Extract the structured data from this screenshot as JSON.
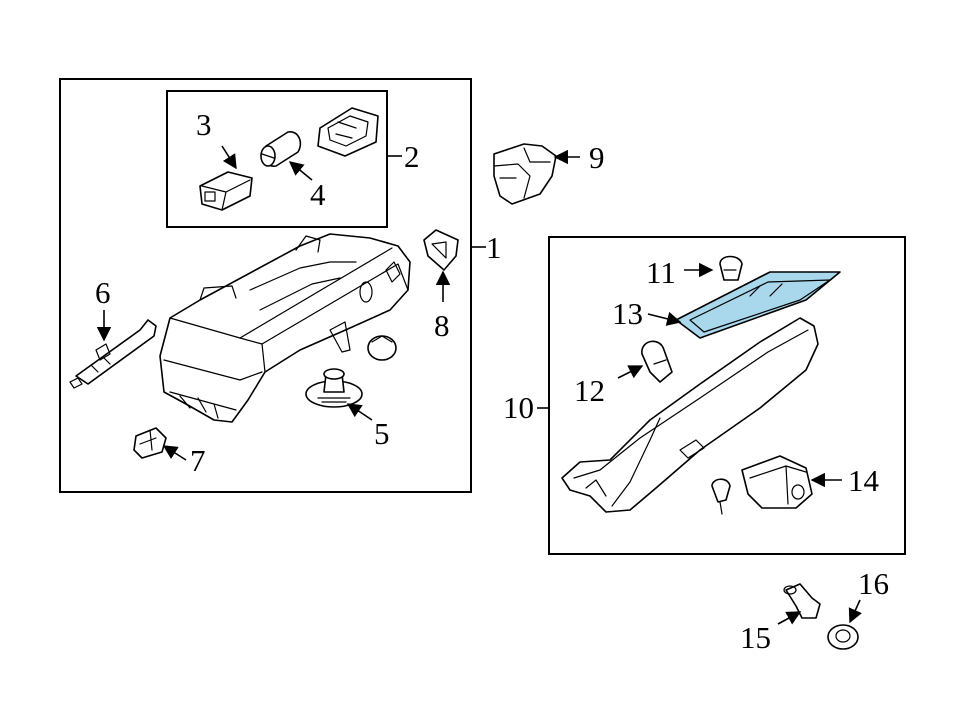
{
  "callouts": {
    "c1": "1",
    "c2": "2",
    "c3": "3",
    "c4": "4",
    "c5": "5",
    "c6": "6",
    "c7": "7",
    "c8": "8",
    "c9": "9",
    "c10": "10",
    "c11": "11",
    "c12": "12",
    "c13": "13",
    "c14": "14",
    "c15": "15",
    "c16": "16"
  },
  "colors": {
    "highlight": "#a9d8ec",
    "line": "#000000",
    "background": "#ffffff"
  }
}
